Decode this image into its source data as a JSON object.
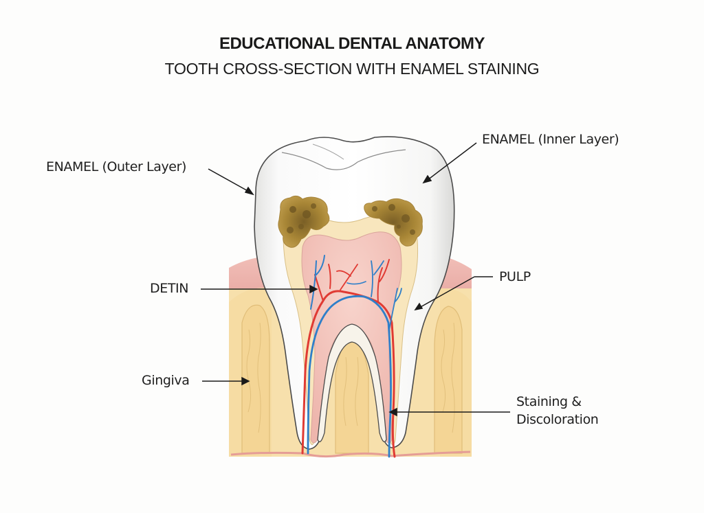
{
  "header": {
    "title": "EDUCATIONAL DENTAL ANATOMY",
    "subtitle": "TOOTH CROSS-SECTION WITH ENAMEL STAINING"
  },
  "labels": {
    "enamel_outer": "ENAMEL (Outer Layer)",
    "enamel_inner": "ENAMEL (Inner Layer)",
    "dentin": "DETIN",
    "pulp": "PULP",
    "gingiva": "Gingiva",
    "staining_line1": "Staining &",
    "staining_line2": "Discoloration"
  },
  "colors": {
    "enamel": "#f4f4f2",
    "dentin": "#f7e3b5",
    "pulp": "#f2c4bb",
    "gum": "#e9a8a2",
    "bone": "#f6dca3",
    "stain": "#b58f3e",
    "stain_dark": "#6e5522",
    "artery": "#e03a33",
    "vein": "#2f7fc9",
    "outline": "#4a4a4a"
  }
}
